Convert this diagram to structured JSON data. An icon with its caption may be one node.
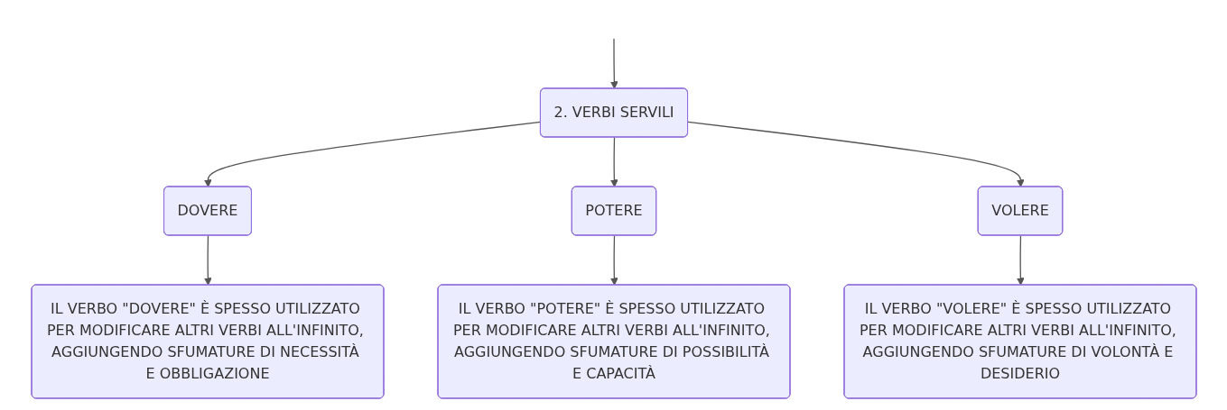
{
  "diagram": {
    "nodes": [
      {
        "text": [
          "2. VERBI SERVILI"
        ]
      },
      {
        "text": [
          "DOVERE"
        ]
      },
      {
        "text": [
          "POTERE"
        ]
      },
      {
        "text": [
          "VOLERE"
        ]
      },
      {
        "text": [
          "IL VERBO \"DOVERE\" È SPESSO UTILIZZATO PER MODIFICARE ALTRI VERBI ALL'INFINITO, AGGIUNGENDO SFUMATURE DI NECESSITÀ E OBBLIGAZIONE"
        ]
      },
      {
        "text": [
          "IL VERBO \"POTERE\" È SPESSO UTILIZZATO PER MODIFICARE ALTRI VERBI ALL'INFINITO, AGGIUNGENDO SFUMATURE DI POSSIBILITÀ E CAPACITÀ"
        ]
      },
      {
        "text": [
          "IL VERBO \"VOLERE\" È SPESSO UTILIZZATO PER MODIFICARE ALTRI VERBI ALL'INFINITO, AGGIUNGENDO SFUMATURE DI VOLONTÀ E DESIDERIO"
        ]
      }
    ],
    "edges": [
      {
        "from": null,
        "to": 0,
        "arrow": "to"
      },
      {
        "from": 0,
        "to": 1,
        "arrow": "to"
      },
      {
        "from": 0,
        "to": 2,
        "arrow": "to"
      },
      {
        "from": 0,
        "to": 3,
        "arrow": "to"
      },
      {
        "from": 1,
        "to": 4,
        "arrow": "to"
      },
      {
        "from": 2,
        "to": 5,
        "arrow": "to"
      },
      {
        "from": 3,
        "to": 6,
        "arrow": "to"
      }
    ]
  }
}
